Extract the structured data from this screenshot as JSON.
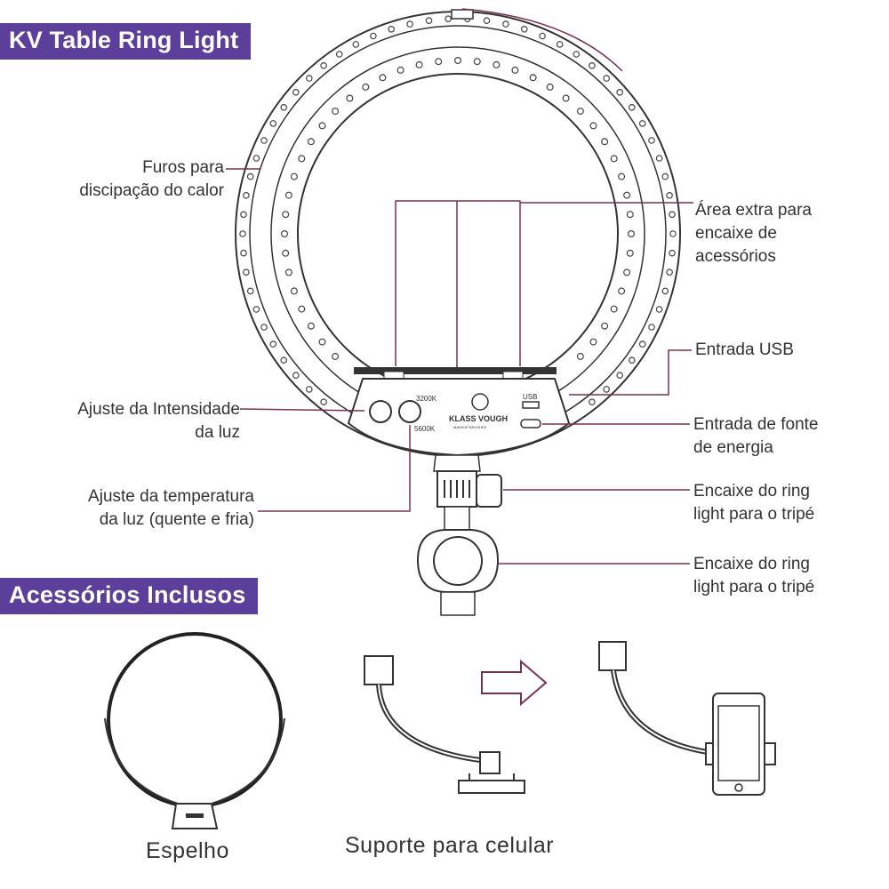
{
  "banners": {
    "title": "KV Table Ring Light",
    "accessories": "Acessórios Inclusos"
  },
  "labels": {
    "heat_vents": [
      "Furos para",
      "discipação do calor"
    ],
    "accessory_area": [
      "Área extra para",
      "encaixe de",
      "acessórios"
    ],
    "usb_input": "Entrada USB",
    "intensity": [
      "Ajuste da Intensidade",
      "da luz"
    ],
    "power_input": [
      "Entrada de fonte",
      "de energia"
    ],
    "temperature": [
      "Ajuste da temperatura",
      "da luz (quente e fria)"
    ],
    "tripod_mount_1": [
      "Encaixe do ring",
      "light para o tripé"
    ],
    "tripod_mount_2": [
      "Encaixe do ring",
      "light para o tripé"
    ]
  },
  "panel": {
    "temp_warm": "3200K",
    "temp_cold": "5600K",
    "brand": "KLASS VOUGH",
    "brand_sub": "MAKEUP BRUSHES",
    "usb": "USB"
  },
  "captions": {
    "mirror": "Espelho",
    "phone_holder": "Suporte para celular"
  },
  "colors": {
    "banner": "#5b3f9a",
    "leader_line": "#7a3346",
    "outline": "#333333"
  }
}
